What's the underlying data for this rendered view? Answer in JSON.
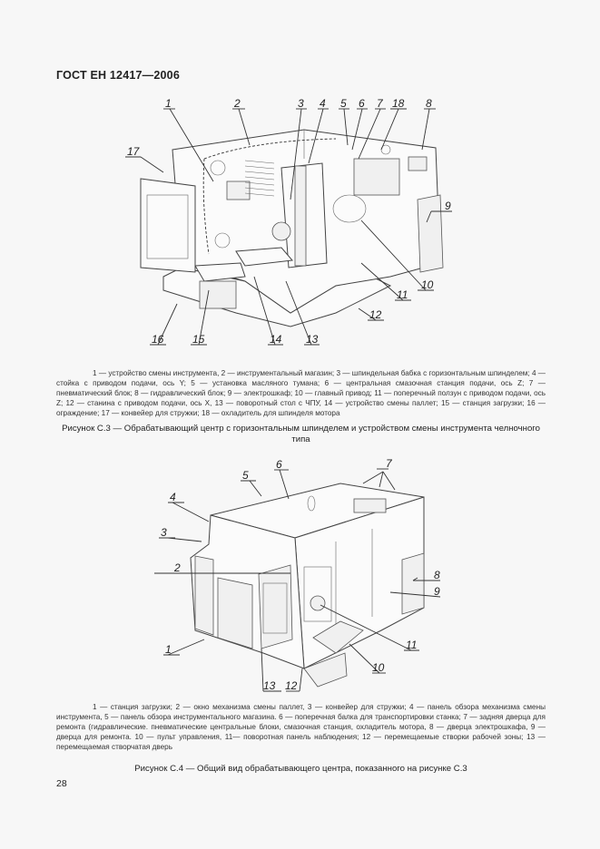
{
  "header": {
    "standard": "ГОСТ ЕН 12417—2006"
  },
  "figure_c3": {
    "labels": [
      "1",
      "2",
      "3",
      "4",
      "5",
      "6",
      "7",
      "18",
      "8",
      "17",
      "9",
      "10",
      "11",
      "12",
      "13",
      "14",
      "15",
      "16"
    ],
    "legend": "1 — устройство смены инструмента, 2 — инструментальный магазин; 3 — шпиндельная бабка с горизонтальным шпинделем; 4 — стойка с приводом подачи, ось Y; 5 — установка масляного тумана; 6 — центральная смазочная станция подачи, ось Z; 7 — пневматический блок; 8 — гидравлический блок; 9 — электрошкаф; 10 — главный привод; 11 — поперечный ползун с приводом подачи, ось Z; 12 — станина с приводом подачи, ось X, 13 — поворотный стол с ЧПУ, 14 — устройство смены паллет; 15 — станция загрузки; 16 — ограждение; 17 — конвейер для стружки; 18 — охладитель для шпинделя мотора",
    "caption": "Рисунок С.3 — Обрабатывающий центр с горизонтальным шпинделем и устройством смены инструмента челночного типа"
  },
  "figure_c4": {
    "labels": [
      "5",
      "6",
      "7",
      "4",
      "3",
      "2",
      "8",
      "9",
      "1",
      "11",
      "10",
      "13",
      "12"
    ],
    "legend": "1 — станция загрузки; 2 — окно механизма смены паллет, 3 — конвейер для стружки; 4 — панель обзора механизма смены инструмента, 5 — панель обзора инструментального магазина. 6 — поперечная балка для транспортировки станка; 7 — задняя дверца для ремонта (гидравлические. пневматические центральные блоки, смазочная станция, охладитель мотора, 8 — дверца электрошкафа, 9 — дверца для ремонта. 10 — пульт управления, 11— поворотная панель наблюдения; 12 — перемещаемые створки рабочей зоны; 13 — перемещаемая створчатая дверь",
    "caption": "Рисунок С.4 — Общий вид обрабатывающего центра, показанного на рисунке С.3"
  },
  "footer": {
    "page_number": "28"
  }
}
